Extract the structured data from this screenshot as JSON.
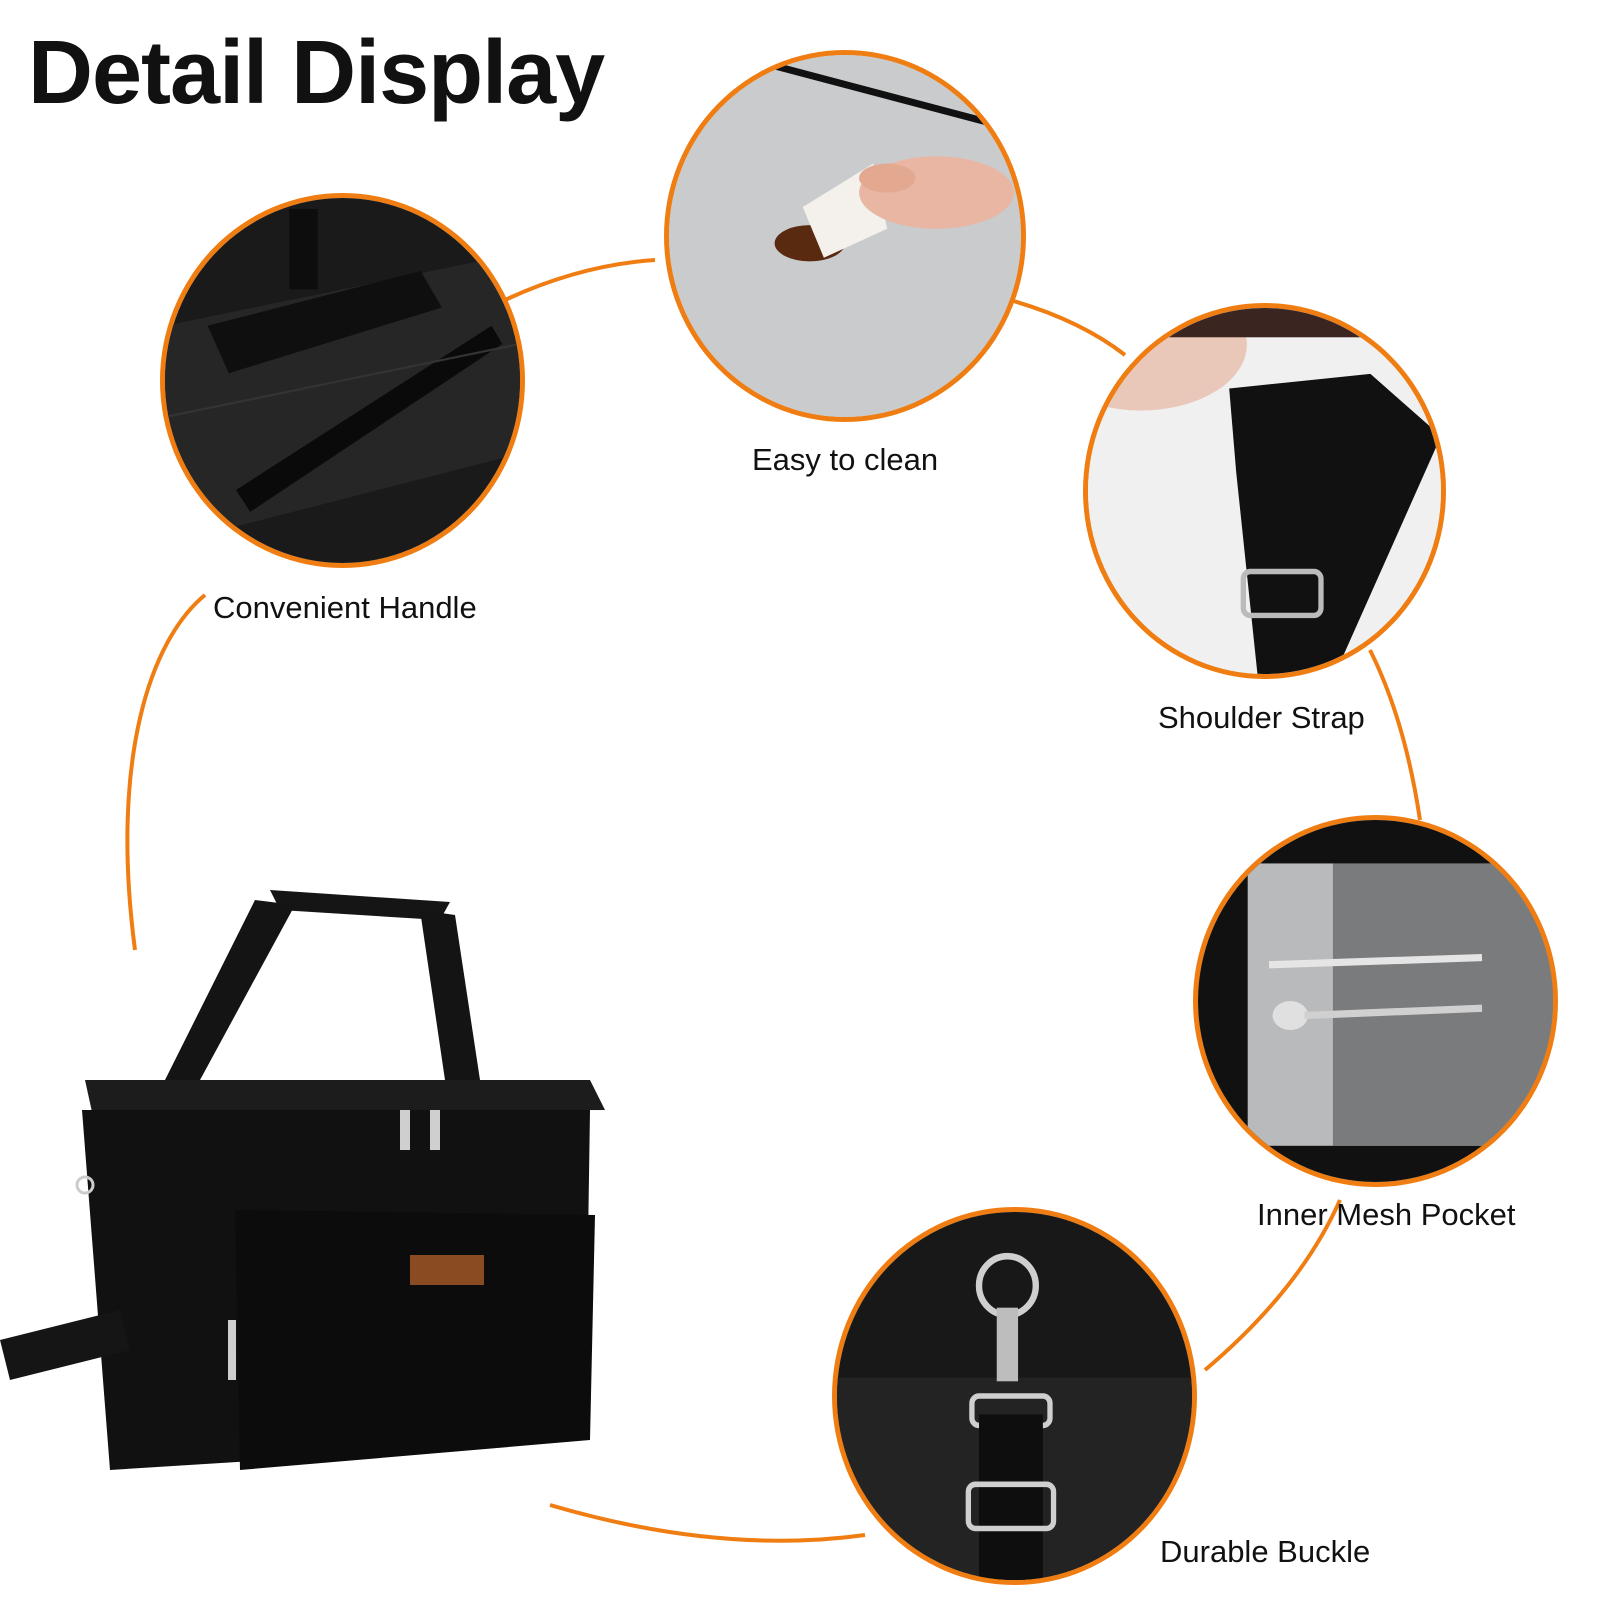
{
  "title": "Detail Display",
  "accent_color": "#f07d12",
  "features": [
    {
      "id": "handle",
      "label": "Convenient Handle",
      "image": "bag-handle-closeup"
    },
    {
      "id": "clean",
      "label": "Easy to clean",
      "image": "hand-wiping-spill"
    },
    {
      "id": "strap",
      "label": "Shoulder Strap",
      "image": "padded-shoulder-strap"
    },
    {
      "id": "pocket",
      "label": "Inner Mesh Pocket",
      "image": "mesh-pocket-with-cutlery"
    },
    {
      "id": "buckle",
      "label": "Durable Buckle",
      "image": "metal-buckle-clip"
    }
  ],
  "product_image": "black-insulated-lunch-bag"
}
